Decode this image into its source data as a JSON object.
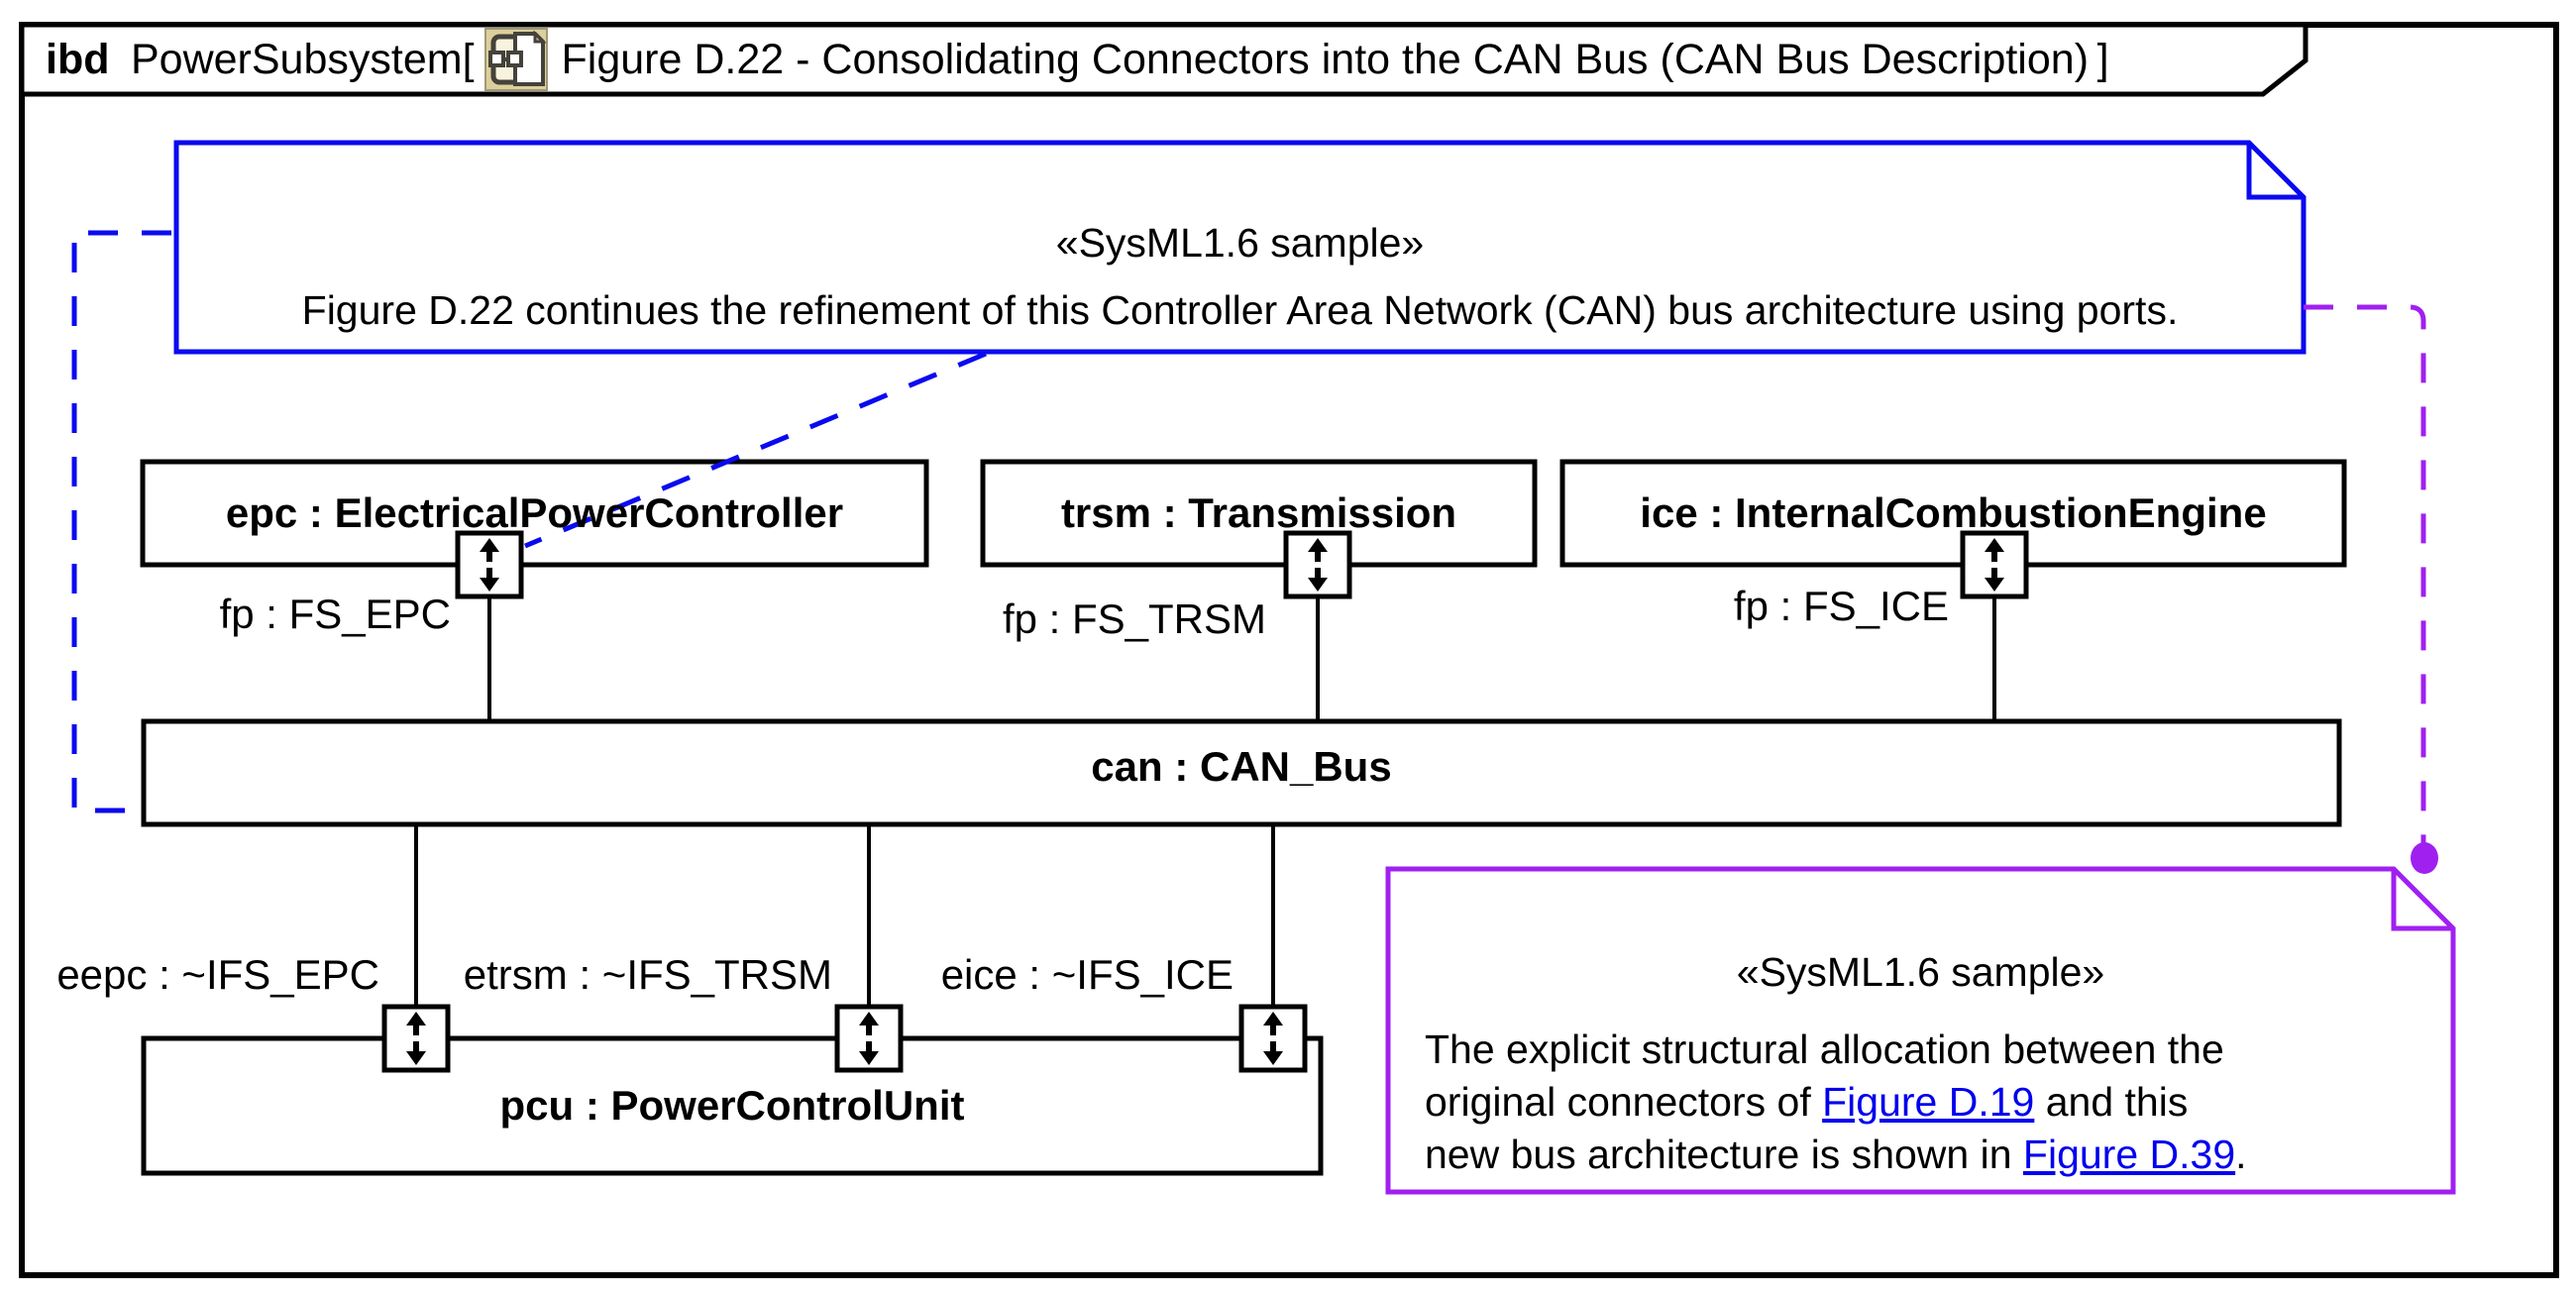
{
  "frame_header": {
    "diagram_kind": "ibd",
    "model_name": "PowerSubsystem",
    "open_bracket": "[",
    "diagram_name": "Figure D.22 - Consolidating Connectors into the CAN Bus (CAN Bus Description)",
    "close_bracket": "]"
  },
  "notes": {
    "blue": {
      "stereotype": "«SysML1.6 sample»",
      "body": "Figure D.22 continues the refinement of this Controller Area Network (CAN) bus architecture using ports."
    },
    "purple": {
      "stereotype": "«SysML1.6 sample»",
      "line1": "The explicit structural allocation between the",
      "line2_pre": "original connectors of ",
      "line2_link": "Figure D.19",
      "line2_post": " and this",
      "line3_pre": "new bus architecture is shown in ",
      "line3_link": "Figure D.39",
      "line3_post": "."
    }
  },
  "blocks": {
    "epc": {
      "label": "epc : ElectricalPowerController",
      "port_label": "fp : FS_EPC"
    },
    "trsm": {
      "label": "trsm : Transmission",
      "port_label": "fp : FS_TRSM"
    },
    "ice": {
      "label": "ice : InternalCombustionEngine",
      "port_label": "fp : FS_ICE"
    },
    "can": {
      "label": "can : CAN_Bus"
    },
    "pcu": {
      "label": "pcu : PowerControlUnit",
      "port_labels": [
        "eepc : ~IFS_EPC",
        "etrsm : ~IFS_TRSM",
        "eice : ~IFS_ICE"
      ]
    }
  },
  "colors": {
    "annotation_blue": "#0a0af0",
    "annotation_purple": "#a020f0",
    "link_blue": "#0000ee",
    "line_black": "#000000",
    "icon_tan": "#dccf9c"
  }
}
